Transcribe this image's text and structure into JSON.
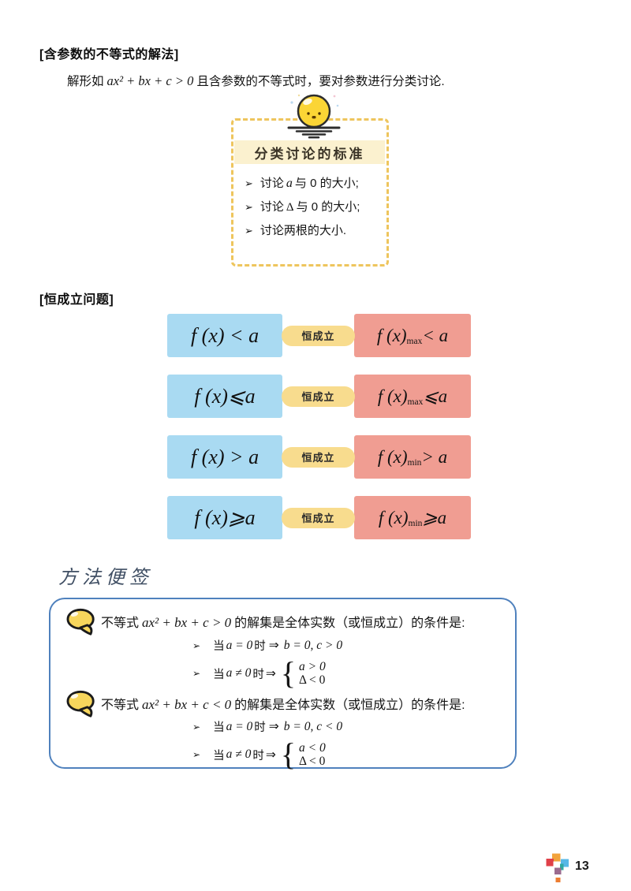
{
  "colors": {
    "dashed_border": "#eec55d",
    "band_bg": "#fbf1cf",
    "hold_left_bg": "#a9daf2",
    "hold_right_bg": "#f09d92",
    "pill_bg": "#f8dc8e",
    "method_border": "#4f81bd",
    "method_heading_text": "#3f4e63",
    "sun_yellow": "#fbd535",
    "bubble_yellow": "#f7d65c",
    "logo_red": "#e04048",
    "logo_orange": "#f2a33c",
    "logo_blue": "#56b7e6",
    "logo_teal": "#2fa8a0",
    "logo_purple": "#9b6b8f",
    "logo_deep_orange": "#ed7d31"
  },
  "section_param": {
    "title": "[含参数的不等式的解法]",
    "body": {
      "pre": "解形如",
      "math": "ax² + bx + c > 0",
      "post": "且含参数的不等式时，要对参数进行分类讨论."
    }
  },
  "classify_box": {
    "sun_icon": "rising-sun-face",
    "title": "分类讨论的标准",
    "bullet_glyph": "➢",
    "items": [
      {
        "pre": "讨论",
        "math": "a",
        "post": "与 0 的大小;"
      },
      {
        "pre": "讨论",
        "math": "Δ",
        "post": "与 0 的大小;"
      },
      {
        "pre": "讨论两根的大小.",
        "math": "",
        "post": ""
      }
    ]
  },
  "section_hold": {
    "title": "[恒成立问题]",
    "pill_label": "恒成立",
    "rows": [
      {
        "left": "f (x) < a",
        "right_main": "f (x)",
        "right_sub": "max",
        "right_tail": " < a"
      },
      {
        "left": "f (x)⩽a",
        "right_main": "f (x)",
        "right_sub": "max",
        "right_tail": "⩽a"
      },
      {
        "left": "f (x) > a",
        "right_main": "f (x)",
        "right_sub": "min",
        "right_tail": " > a"
      },
      {
        "left": "f (x)⩾a",
        "right_main": "f (x)",
        "right_sub": "min",
        "right_tail": "⩾a"
      }
    ]
  },
  "method_note": {
    "heading": "方法便签",
    "bullet_glyph": "➢",
    "blocks": [
      {
        "intro": {
          "pre": "不等式",
          "math": "ax² + bx + c > 0",
          "post": "的解集是全体实数（或恒成立）的条件是:"
        },
        "line1": {
          "w1": "当",
          "m1": "a = 0",
          "w2": "时",
          "arrow": "⇒",
          "m2": "b = 0, c > 0"
        },
        "line2": {
          "w1": "当",
          "m1": "a ≠ 0",
          "w2": "时",
          "arrow": "⇒",
          "brace": "{",
          "top": "a > 0",
          "bottom": "Δ < 0"
        }
      },
      {
        "intro": {
          "pre": "不等式",
          "math": "ax² + bx + c < 0",
          "post": "的解集是全体实数（或恒成立）的条件是:"
        },
        "line1": {
          "w1": "当",
          "m1": "a = 0",
          "w2": "时",
          "arrow": "⇒",
          "m2": "b = 0, c < 0"
        },
        "line2": {
          "w1": "当",
          "m1": "a ≠ 0",
          "w2": "时",
          "arrow": "⇒",
          "brace": "{",
          "top": "a < 0",
          "bottom": "Δ < 0"
        }
      }
    ]
  },
  "footer": {
    "page_number": "13"
  }
}
